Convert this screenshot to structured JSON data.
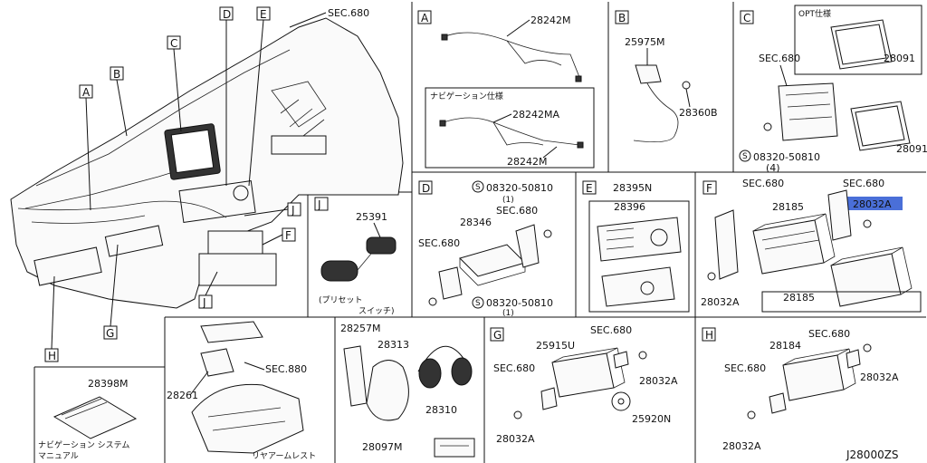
{
  "diagram_id": "J28000ZS",
  "overview": {
    "sec_top": "SEC.680",
    "callouts": [
      "A",
      "B",
      "C",
      "D",
      "E",
      "F",
      "G",
      "H",
      "J",
      "J"
    ]
  },
  "panels": {
    "A": {
      "letter": "A",
      "part_main": "28242M",
      "nav_label": "ナビゲーション仕様",
      "nav_part1": "28242MA",
      "nav_part2": "28242M"
    },
    "B": {
      "letter": "B",
      "part1": "25975M",
      "part2": "28360B"
    },
    "C": {
      "letter": "C",
      "opt_label": "OPT仕様",
      "opt_part": "28091",
      "sec": "SEC.680",
      "part": "28091",
      "bolt": "08320-50810",
      "bolt_qty": "(4)"
    },
    "J": {
      "letter": "J",
      "part": "25391",
      "caption1": "(プリセット",
      "caption2": "スイッチ)"
    },
    "D": {
      "letter": "D",
      "bolt_top": "08320-50810",
      "qty_top": "(1)",
      "part": "28346",
      "sec1": "SEC.680",
      "sec2": "SEC.680",
      "bolt_bot": "08320-50810",
      "qty_bot": "(1)"
    },
    "E": {
      "letter": "E",
      "part1": "28395N",
      "part2": "28396"
    },
    "F": {
      "letter": "F",
      "sec1": "SEC.680",
      "sec2": "SEC.680",
      "part_hl": "28032A",
      "part1": "28185",
      "bolt": "28032A",
      "part2": "28185"
    },
    "H_manual": {
      "part": "28398M",
      "caption1": "ナビゲーション システム",
      "caption2": "マニュアル"
    },
    "armrest": {
      "sec": "SEC.880",
      "part": "28261",
      "caption": "リヤアームレスト"
    },
    "headphone": {
      "part1": "28257M",
      "part2": "28313",
      "part3": "28310",
      "part4": "28097M"
    },
    "G": {
      "letter": "G",
      "sec1": "SEC.680",
      "part": "25915U",
      "sec2": "SEC.680",
      "bolt1": "28032A",
      "disc": "25920N",
      "bolt2": "28032A"
    },
    "H": {
      "letter": "H",
      "sec1": "SEC.680",
      "part": "28184",
      "sec2": "SEC.680",
      "bolt1": "28032A",
      "bolt2": "28032A"
    }
  },
  "colors": {
    "highlight": "#4a6fd8"
  }
}
